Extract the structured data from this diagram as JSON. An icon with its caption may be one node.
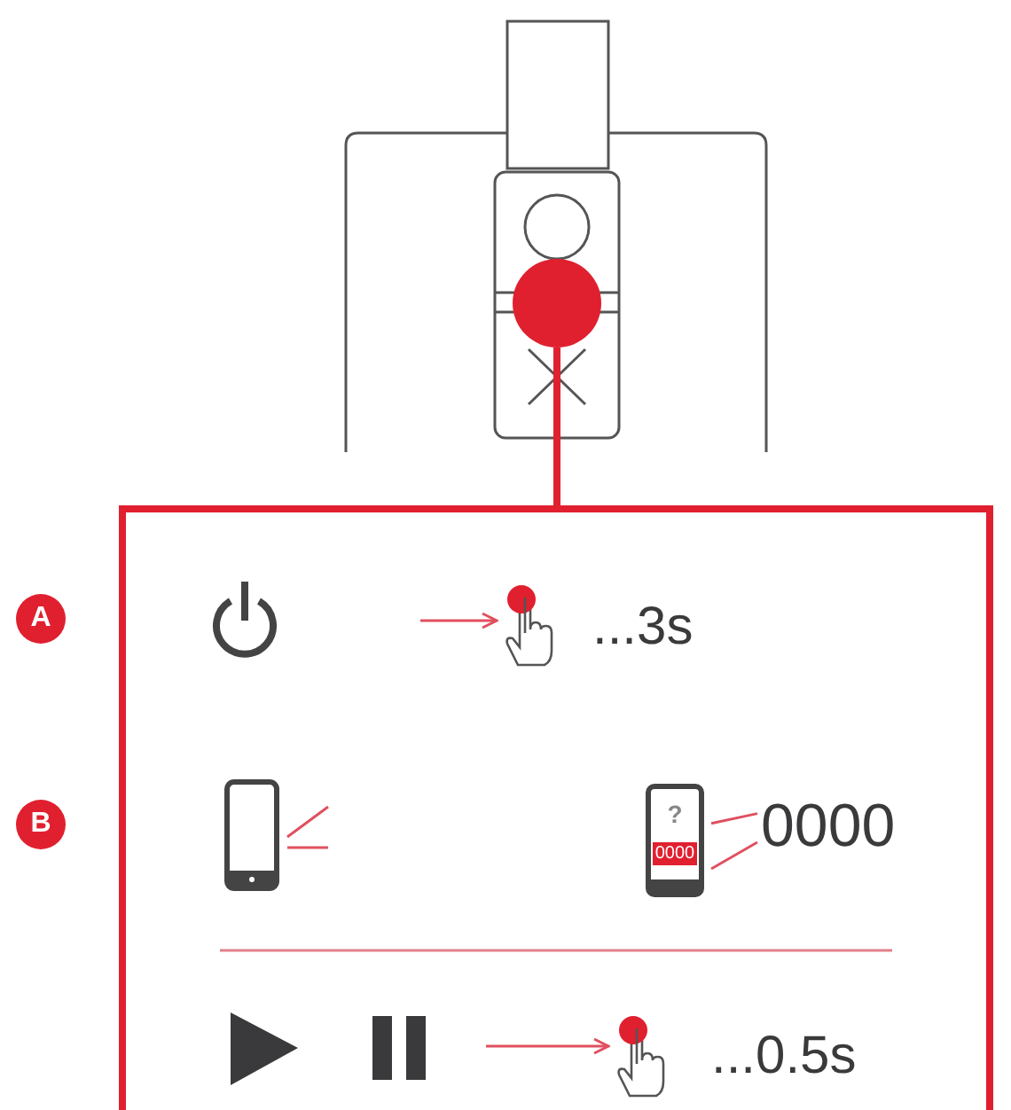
{
  "diagram": {
    "nodes": [
      {
        "text": [
          "A"
        ]
      },
      {
        "text": [
          "B"
        ]
      },
      {
        "text": [],
        "shape": "circle"
      },
      {
        "text": [],
        "shape": "box"
      },
      {
        "text": [],
        "shape": "hand",
        "beside": [
          "...3s"
        ],
        "in": 3
      },
      {
        "text": [
          "0000"
        ],
        "in": 3
      },
      {
        "text": [
          "?",
          "0000"
        ],
        "in": 3
      },
      {
        "text": [],
        "shape": "hand",
        "beside": [
          "...0.5s"
        ],
        "in": 3
      }
    ],
    "edges": [
      {
        "from": 2,
        "to": 3,
        "arrow": "none",
        "style": "thick"
      },
      {
        "from": null,
        "to": 4,
        "arrow": "to"
      },
      {
        "from": 5,
        "to": 6,
        "arrow": "none"
      },
      {
        "from": 5,
        "to": 6,
        "arrow": "none"
      },
      {
        "from": null,
        "to": 7,
        "arrow": "to"
      }
    ]
  }
}
